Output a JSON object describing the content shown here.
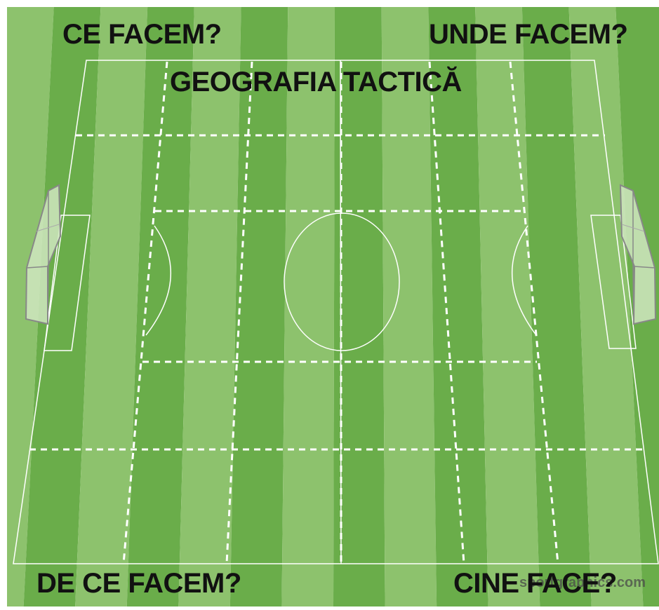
{
  "labels": {
    "what": "CE FACEM?",
    "where": "UNDE FACEM?",
    "title": "GEOGRAFIA TACTICĂ",
    "why": "DE CE FACEM?",
    "who": "CINE FACE?"
  },
  "watermark": "sportgraphics.com",
  "pitch": {
    "stripe_count": 14,
    "grid_columns": 6,
    "grid_rows": 5
  },
  "colors": {
    "stripe_light": "#8dc26d",
    "stripe_dark": "#6aad4a",
    "line": "#ffffff",
    "text": "#111111"
  }
}
